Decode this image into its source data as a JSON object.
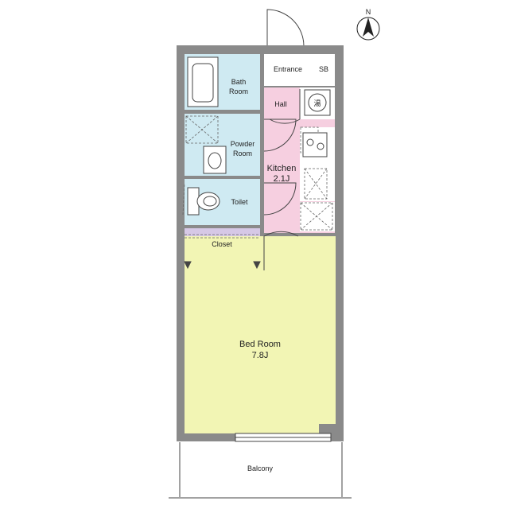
{
  "compass": {
    "label": "N"
  },
  "rooms": {
    "entrance": "Entrance",
    "sb": "SB",
    "bath": [
      "Bath",
      "Room"
    ],
    "hall": "Hall",
    "water_heater": "湯",
    "powder": [
      "Powder",
      "Room"
    ],
    "kitchen": [
      "Kitchen",
      "2.1J"
    ],
    "toilet": "Toilet",
    "closet": "Closet",
    "bedroom": [
      "Bed Room",
      "7.8J"
    ],
    "balcony": "Balcony"
  },
  "colors": {
    "wall": "#8a8a8a",
    "bath": "#cfeaf2",
    "hall": "#f6cfe0",
    "kitchen": "#f6cfe0",
    "closet": "#d6c8e6",
    "bedroom": "#f2f5b4",
    "white": "#ffffff"
  }
}
